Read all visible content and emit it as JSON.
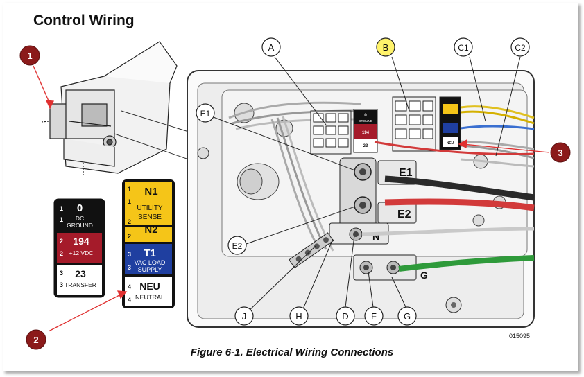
{
  "title": "Control Wiring",
  "caption": "Figure 6-1. Electrical Wiring Connections",
  "figure_number": "015095",
  "callouts": {
    "A": "A",
    "B": "B",
    "C1": "C1",
    "C2": "C2",
    "E1": "E1",
    "E2": "E2",
    "J": "J",
    "H": "H",
    "D": "D",
    "F": "F",
    "G": "G"
  },
  "numbered_callouts": [
    "1",
    "2",
    "3"
  ],
  "terminal_block_left": {
    "rows": [
      {
        "pin": "1",
        "num": "0",
        "text": "DC GROUND",
        "bg": "#111111",
        "fg": "#ffffff"
      },
      {
        "pin": "2",
        "num": "194",
        "text": "+12 VDC",
        "bg": "#a51b2a",
        "fg": "#ffffff"
      },
      {
        "pin": "3",
        "num": "23",
        "text": "TRANSFER",
        "bg": "#ffffff",
        "fg": "#111111"
      }
    ]
  },
  "terminal_block_right": {
    "n1": {
      "pin": "1",
      "name": "N1",
      "text": "UTILITY SENSE"
    },
    "n2": {
      "pin": "2",
      "name": "N2"
    },
    "t1": {
      "pin": "3",
      "name": "T1",
      "text": "VAC LOAD SUPPLY"
    },
    "neu": {
      "pin": "4",
      "name": "NEU",
      "text": "NEUTRAL"
    }
  },
  "photo_labels": {
    "e1_plate": "E1",
    "e2_plate": "E2",
    "n_plate": "N",
    "g_plate": "G",
    "tb_0": "0",
    "tb_ground": "GROUND",
    "tb_194": "194",
    "tb_23": "23",
    "neu_label": "NEU"
  },
  "colors": {
    "callout_highlight": "#fff36b",
    "numbered_callout": "#8b1a1a",
    "arrow": "#e03030",
    "yellow_block": "#f5c518",
    "blue_block": "#1f3fa0"
  }
}
